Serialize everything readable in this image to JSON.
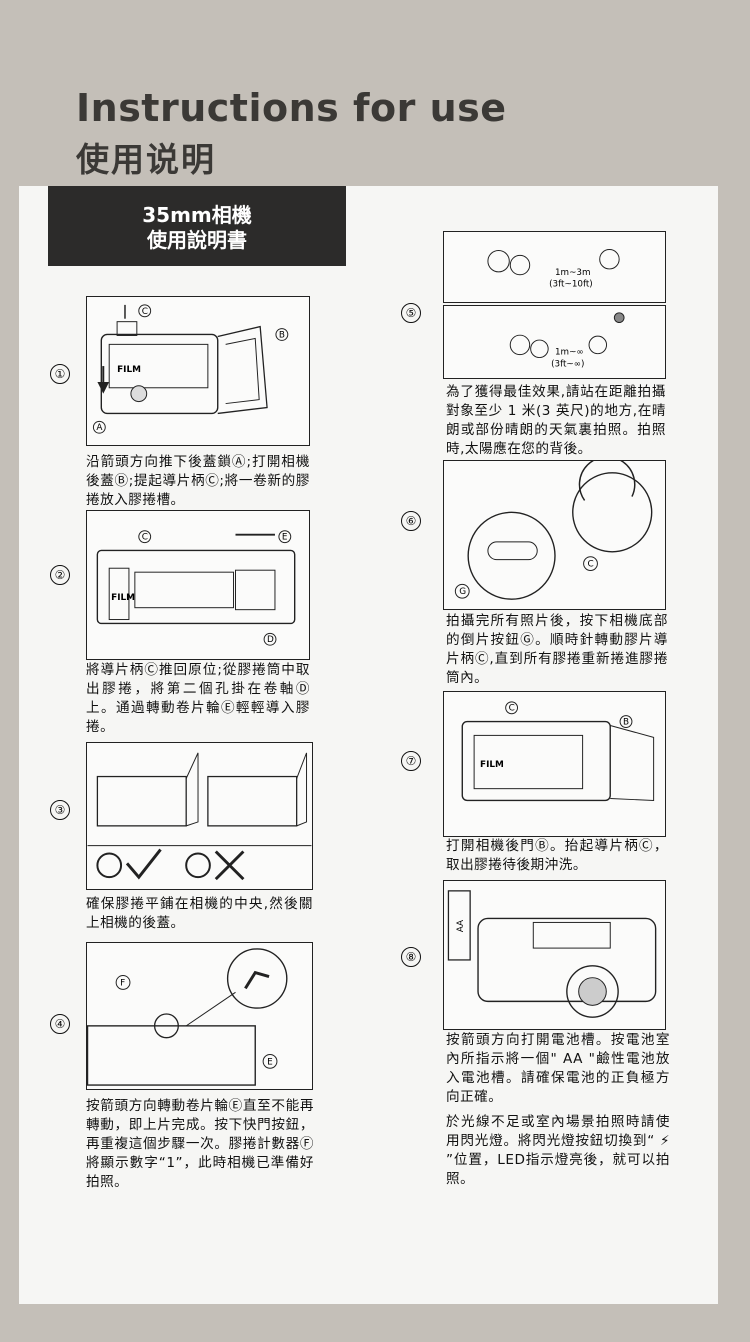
{
  "header": {
    "title_en": "Instructions for use",
    "title_cn": "使用说明"
  },
  "banner": {
    "line1": "35mm相機",
    "line2": "使用說明書"
  },
  "steps": [
    {
      "num": "①",
      "text": "沿箭頭方向推下後蓋鎖Ⓐ;打開相機後蓋Ⓑ;提起導片柄Ⓒ;將一卷新的膠捲放入膠捲槽。"
    },
    {
      "num": "②",
      "text": "將導片柄Ⓒ推回原位;從膠捲筒中取出膠捲，將第二個孔掛在卷軸Ⓓ上。通過轉動卷片輪Ⓔ輕輕導入膠捲。"
    },
    {
      "num": "③",
      "text": "確保膠捲平鋪在相機的中央,然後關上相機的後蓋。"
    },
    {
      "num": "④",
      "text": "按箭頭方向轉動卷片輪Ⓔ直至不能再轉動，即上片完成。按下快門按鈕，再重複這個步驟一次。膠捲計數器Ⓕ將顯示數字“1”，此時相機已準備好拍照。"
    },
    {
      "num": "⑤",
      "text": "為了獲得最佳效果,請站在距離拍攝對象至少 1 米(3 英尺)的地方,在晴朗或部份晴朗的天氣裏拍照。拍照時,太陽應在您的背後。"
    },
    {
      "num": "⑥",
      "text": "拍攝完所有照片後，按下相機底部的倒片按鈕Ⓖ。順時針轉動膠片導片柄Ⓒ,直到所有膠捲重新捲進膠捲筒內。"
    },
    {
      "num": "⑦",
      "text": "打開相機後門Ⓑ。抬起導片柄Ⓒ，取出膠捲待後期沖洗。"
    },
    {
      "num": "⑧",
      "text": "按箭頭方向打開電池槽。按電池室內所指示將一個\" AA \"鹼性電池放入電池槽。請確保電池的正負極方向正確。"
    }
  ],
  "flash_note": "於光線不足或室內場景拍照時請使用閃光燈。將閃光燈按鈕切換到“ ⚡ ”位置，LED指示燈亮後，就可以拍照。",
  "figure_labels": {
    "film": "FILM",
    "A": "A",
    "B": "B",
    "C": "C",
    "D": "D",
    "E": "E",
    "F": "F",
    "G": "G",
    "battery": "AA",
    "distance_near": "1m~3m",
    "distance_near_ft": "(3ft~10ft)",
    "distance_far": "1m~∞",
    "distance_far_ft": "(3ft~∞)"
  }
}
